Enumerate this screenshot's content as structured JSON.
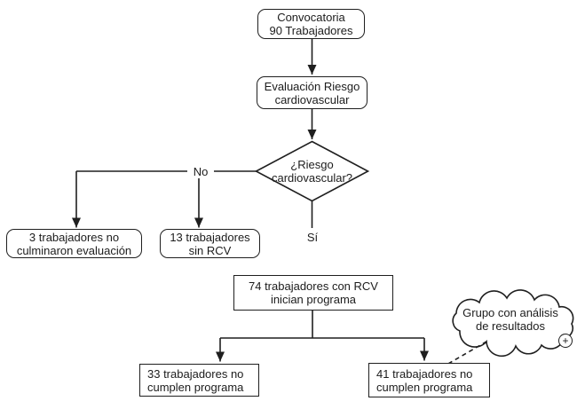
{
  "colors": {
    "background": "#ffffff",
    "stroke": "#1f1f1f",
    "text": "#1c1c1c",
    "node_fill": "#ffffff"
  },
  "nodes": {
    "convocatoria": {
      "line1": "Convocatoria",
      "line2": "90 Trabajadores"
    },
    "evaluacion": {
      "line1": "Evaluación Riesgo",
      "line2": "cardiovascular"
    },
    "decision": {
      "line1": "¿Riesgo",
      "line2": "cardiovascular?"
    },
    "no_culminaron": {
      "line1": "3 trabajadores no",
      "line2": "culminaron evaluación"
    },
    "sin_rcv": {
      "line1": "13 trabajadores",
      "line2": "sin RCV"
    },
    "con_rcv": {
      "line1": "74 trabajadores con RCV",
      "line2": "inician programa"
    },
    "no_cumplen_izq": {
      "line1": "33 trabajadores no",
      "line2": "cumplen programa"
    },
    "no_cumplen_der": {
      "line1": "41 trabajadores no",
      "line2": "cumplen programa"
    },
    "grupo_analisis": {
      "line1": "Grupo con análisis",
      "line2": "de resultados"
    }
  },
  "edge_labels": {
    "no": "No",
    "si": "Sí"
  },
  "badge": {
    "plus": "+"
  }
}
